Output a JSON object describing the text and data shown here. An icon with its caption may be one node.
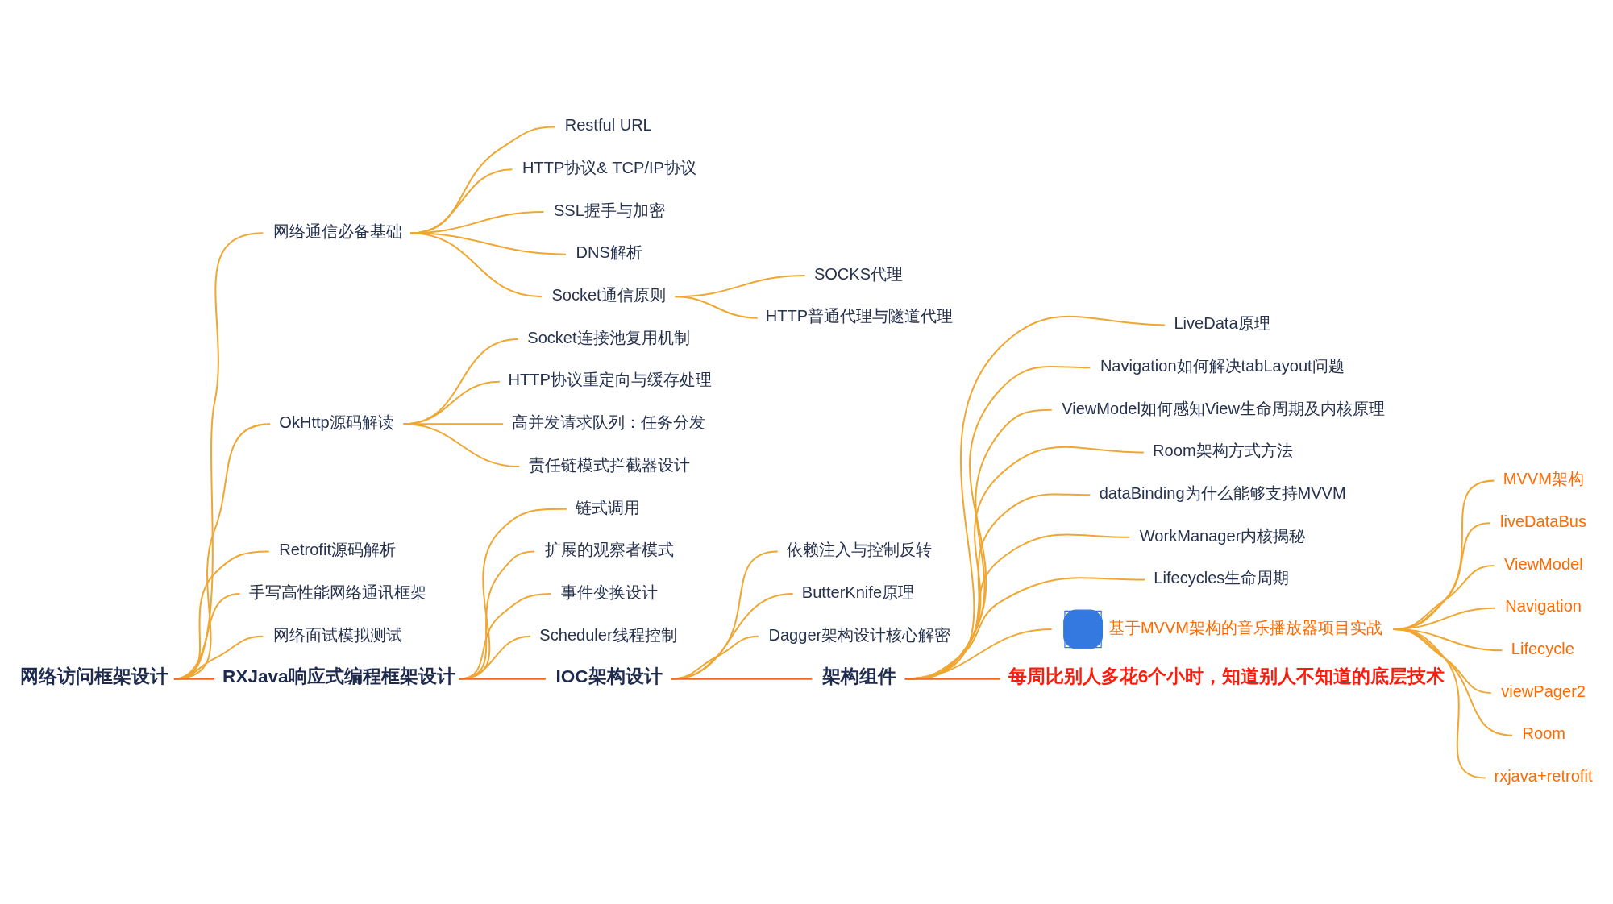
{
  "diagram": {
    "nodes": [
      {
        "text": [
          "网络访问框架设计"
        ]
      },
      {
        "text": [
          "网络通信必备基础"
        ]
      },
      {
        "text": [
          "Restful URL"
        ]
      },
      {
        "text": [
          "HTTP协议& TCP/IP协议"
        ]
      },
      {
        "text": [
          "SSL握手与加密"
        ]
      },
      {
        "text": [
          "DNS解析"
        ]
      },
      {
        "text": [
          "Socket通信原则"
        ]
      },
      {
        "text": [
          "SOCKS代理"
        ]
      },
      {
        "text": [
          "HTTP普通代理与隧道代理"
        ]
      },
      {
        "text": [
          "OkHttp源码解读"
        ]
      },
      {
        "text": [
          "Socket连接池复用机制"
        ]
      },
      {
        "text": [
          "HTTP协议重定向与缓存处理"
        ]
      },
      {
        "text": [
          "高并发请求队列：任务分发"
        ]
      },
      {
        "text": [
          "责任链模式拦截器设计"
        ]
      },
      {
        "text": [
          "Retrofit源码解析"
        ]
      },
      {
        "text": [
          "手写高性能网络通讯框架"
        ]
      },
      {
        "text": [
          "网络面试模拟测试"
        ]
      },
      {
        "text": [
          "RXJava响应式编程框架设计"
        ]
      },
      {
        "text": [
          "链式调用"
        ]
      },
      {
        "text": [
          "扩展的观察者模式"
        ]
      },
      {
        "text": [
          "事件变换设计"
        ]
      },
      {
        "text": [
          "Scheduler线程控制"
        ]
      },
      {
        "text": [
          "IOC架构设计"
        ]
      },
      {
        "text": [
          "依赖注入与控制反转"
        ]
      },
      {
        "text": [
          "ButterKnife原理"
        ]
      },
      {
        "text": [
          "Dagger架构设计核心解密"
        ]
      },
      {
        "text": [
          "架构组件"
        ]
      },
      {
        "text": [
          "LiveData原理"
        ]
      },
      {
        "text": [
          "Navigation如何解决tabLayout问题"
        ]
      },
      {
        "text": [
          "ViewModel如何感知View生命周期及内核原理"
        ]
      },
      {
        "text": [
          "Room架构方式方法"
        ]
      },
      {
        "text": [
          "dataBinding为什么能够支持MVVM"
        ]
      },
      {
        "text": [
          "WorkManager内核揭秘"
        ]
      },
      {
        "text": [
          "Lifecycles生命周期"
        ]
      },
      {
        "text": [
          "基于MVVM架构的音乐播放器项目实战"
        ]
      },
      {
        "text": [
          "MVVM架构"
        ]
      },
      {
        "text": [
          "liveDataBus"
        ]
      },
      {
        "text": [
          "ViewModel"
        ]
      },
      {
        "text": [
          "Navigation"
        ]
      },
      {
        "text": [
          "Lifecycle"
        ]
      },
      {
        "text": [
          "viewPager2"
        ]
      },
      {
        "text": [
          "Room"
        ]
      },
      {
        "text": [
          "rxjava+retrofit"
        ]
      },
      {
        "text": [
          "每周比别人多花6个小时，知道别人不知道的底层技术"
        ]
      }
    ],
    "edges": [
      {
        "from": 0,
        "to": 17,
        "arrow": "none",
        "color": "#f26b21"
      },
      {
        "from": 17,
        "to": 22,
        "arrow": "none",
        "color": "#f26b21"
      },
      {
        "from": 22,
        "to": 26,
        "arrow": "none",
        "color": "#f26b21"
      },
      {
        "from": 26,
        "to": 43,
        "arrow": "none",
        "color": "#f26b21"
      },
      {
        "from": 0,
        "to": 1,
        "arrow": "none"
      },
      {
        "from": 1,
        "to": 2,
        "arrow": "none"
      },
      {
        "from": 1,
        "to": 3,
        "arrow": "none"
      },
      {
        "from": 1,
        "to": 4,
        "arrow": "none"
      },
      {
        "from": 1,
        "to": 5,
        "arrow": "none"
      },
      {
        "from": 1,
        "to": 6,
        "arrow": "none"
      },
      {
        "from": 6,
        "to": 7,
        "arrow": "none"
      },
      {
        "from": 6,
        "to": 8,
        "arrow": "none"
      },
      {
        "from": 0,
        "to": 9,
        "arrow": "none"
      },
      {
        "from": 9,
        "to": 10,
        "arrow": "none"
      },
      {
        "from": 9,
        "to": 11,
        "arrow": "none"
      },
      {
        "from": 9,
        "to": 12,
        "arrow": "none"
      },
      {
        "from": 9,
        "to": 13,
        "arrow": "none"
      },
      {
        "from": 0,
        "to": 14,
        "arrow": "none"
      },
      {
        "from": 0,
        "to": 15,
        "arrow": "none"
      },
      {
        "from": 0,
        "to": 16,
        "arrow": "none"
      },
      {
        "from": 17,
        "to": 18,
        "arrow": "none"
      },
      {
        "from": 17,
        "to": 19,
        "arrow": "none"
      },
      {
        "from": 17,
        "to": 20,
        "arrow": "none"
      },
      {
        "from": 17,
        "to": 21,
        "arrow": "none"
      },
      {
        "from": 22,
        "to": 23,
        "arrow": "none"
      },
      {
        "from": 22,
        "to": 24,
        "arrow": "none"
      },
      {
        "from": 22,
        "to": 25,
        "arrow": "none"
      },
      {
        "from": 26,
        "to": 27,
        "arrow": "none"
      },
      {
        "from": 26,
        "to": 28,
        "arrow": "none"
      },
      {
        "from": 26,
        "to": 29,
        "arrow": "none"
      },
      {
        "from": 26,
        "to": 30,
        "arrow": "none"
      },
      {
        "from": 26,
        "to": 31,
        "arrow": "none"
      },
      {
        "from": 26,
        "to": 32,
        "arrow": "none"
      },
      {
        "from": 26,
        "to": 33,
        "arrow": "none"
      },
      {
        "from": 26,
        "to": 34,
        "arrow": "none"
      },
      {
        "from": 34,
        "to": 35,
        "arrow": "none"
      },
      {
        "from": 34,
        "to": 36,
        "arrow": "none"
      },
      {
        "from": 34,
        "to": 37,
        "arrow": "none"
      },
      {
        "from": 34,
        "to": 38,
        "arrow": "none"
      },
      {
        "from": 34,
        "to": 39,
        "arrow": "none"
      },
      {
        "from": 34,
        "to": 40,
        "arrow": "none"
      },
      {
        "from": 34,
        "to": 41,
        "arrow": "none"
      },
      {
        "from": 34,
        "to": 42,
        "arrow": "none"
      }
    ]
  }
}
